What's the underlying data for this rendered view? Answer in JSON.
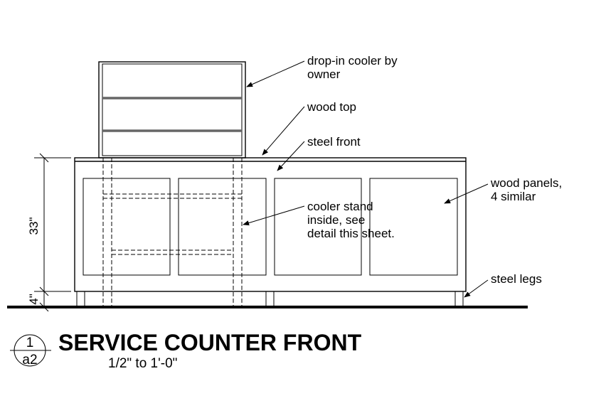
{
  "labels": {
    "cooler": [
      "drop-in cooler by",
      "owner"
    ],
    "wood_top": "wood top",
    "steel_front": "steel front",
    "cooler_stand": [
      "cooler stand",
      "inside, see",
      "detail this sheet."
    ],
    "wood_panels": [
      "wood panels,",
      "4 similar"
    ],
    "steel_legs": "steel legs"
  },
  "dimensions": {
    "height": "33\"",
    "leg": "4\""
  },
  "title_block": {
    "detail_number": "1",
    "sheet_number": "a2",
    "title": "SERVICE COUNTER FRONT",
    "scale": "1/2\" to 1'-0\""
  }
}
